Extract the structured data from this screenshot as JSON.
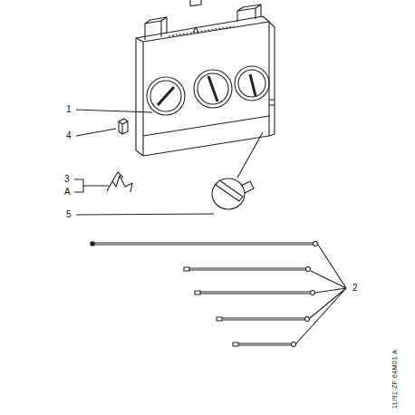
{
  "diagram": {
    "labels": [
      "1",
      "4",
      "3",
      "A",
      "5",
      "2",
      "11/91 ZF 64M01 A"
    ]
  }
}
